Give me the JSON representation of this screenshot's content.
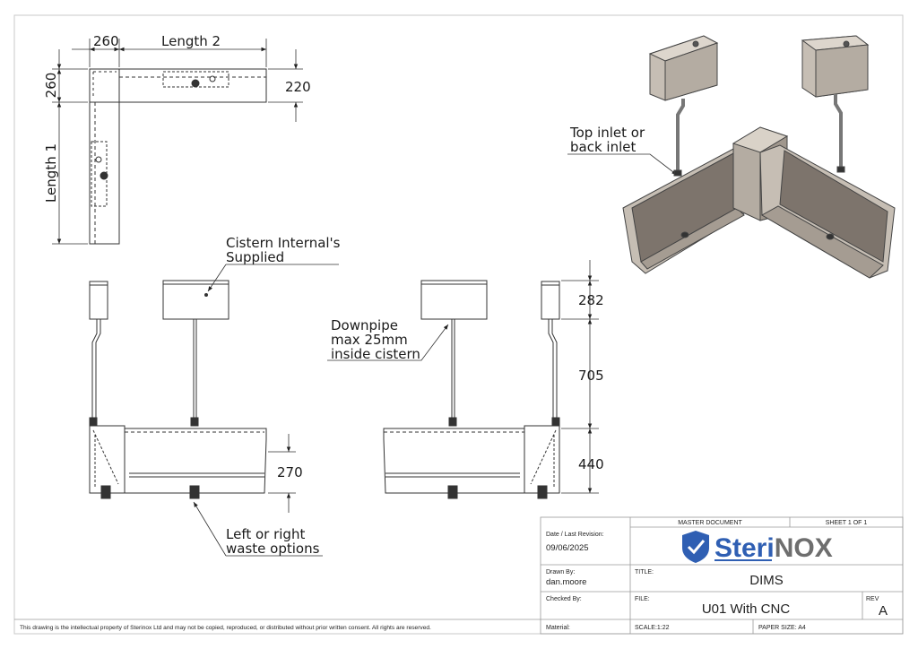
{
  "dimensions": {
    "top_width_260": "260",
    "length_2": "Length 2",
    "top_height_260": "260",
    "depth_220": "220",
    "length_1": "Length 1",
    "cistern_height": "282",
    "downpipe_length": "705",
    "urinal_height": "440",
    "front_height": "270"
  },
  "notes": {
    "cistern_line1": "Cistern Internal's",
    "cistern_line2": "Supplied",
    "downpipe_line1": "Downpipe",
    "downpipe_line2": "max 25mm",
    "downpipe_line3": "inside cistern",
    "waste_line1": "Left or right",
    "waste_line2": "waste options",
    "inlet_line1": "Top inlet or",
    "inlet_line2": "back inlet"
  },
  "disclaimer": "This drawing is the intellectual property of Sterinox Ltd and may not be copied, reproduced, or distributed without prior written consent. All rights are reserved.",
  "title_block": {
    "master_document": "MASTER DOCUMENT",
    "sheet": "SHEET 1 OF 1",
    "date_label": "Date / Last Revision:",
    "date_value": "09/06/2025",
    "brand_part1": "Steri",
    "brand_part2": "NOX",
    "drawn_by_label": "Drawn By:",
    "drawn_by_value": "dan.moore",
    "title_label": "TITLE:",
    "title_value": "DIMS",
    "checked_by_label": "Checked By:",
    "file_label": "FILE:",
    "file_value": "U01 With CNC",
    "rev_label": "REV",
    "rev_value": "A",
    "material_label": "Material:",
    "scale": "SCALE:1:22",
    "paper_size": "PAPER SIZE: A4"
  },
  "colors": {
    "line": "#333333",
    "metal": "#c6beb4",
    "metal_dark": "#7d746c",
    "brand_blue": "#2f5fb3",
    "brand_grey": "#6e6e6e"
  }
}
